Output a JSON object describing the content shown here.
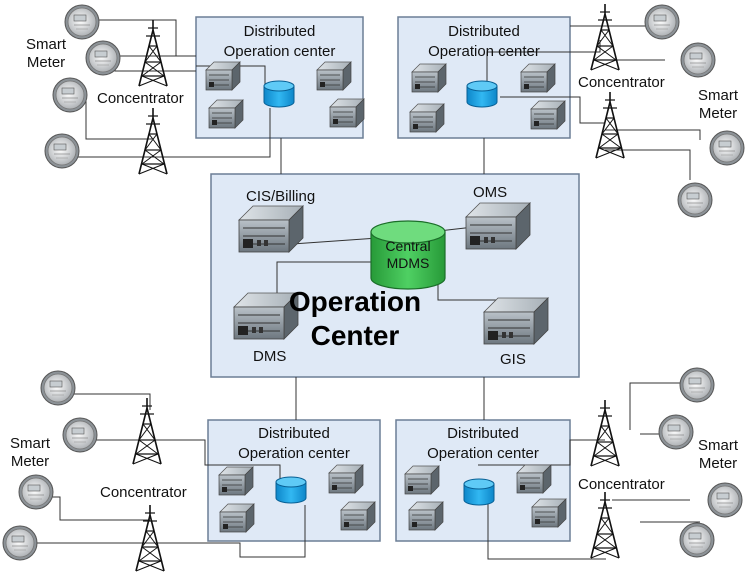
{
  "labels": {
    "distributed_title": "Distributed\nOperation center",
    "smart_meter": "Smart\nMeter",
    "concentrator": "Concentrator",
    "central_title": "Operation\nCenter",
    "cis_billing": "CIS/Billing",
    "oms": "OMS",
    "dms": "DMS",
    "gis": "GIS",
    "central_mdms": "Central\nMDMS"
  },
  "icons": {
    "server": "server-icon",
    "database": "database-icon",
    "tower": "tower-icon",
    "meter": "smart-meter-icon"
  },
  "colors": {
    "panel_fill": "#dfe9f6",
    "panel_border": "#6c7e95",
    "local_db": "#1fa3e6",
    "central_db": "#36b34a",
    "line": "#333333"
  }
}
